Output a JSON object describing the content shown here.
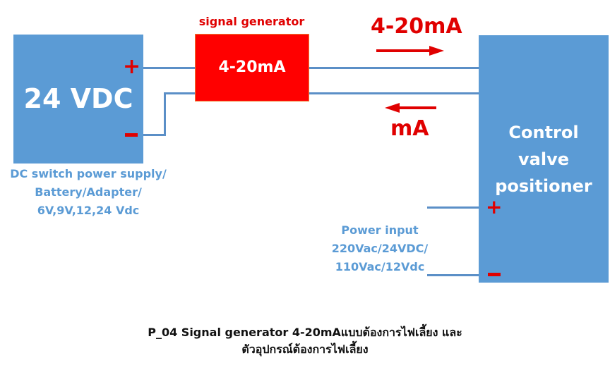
{
  "diagram": {
    "power_supply": {
      "label": "24 VDC",
      "plus_sign": "+",
      "minus_sign": "−",
      "description_lines": [
        "DC switch power supply/",
        "Battery/Adapter/",
        "6V,9V,12,24 Vdc"
      ]
    },
    "signal_generator": {
      "title": "signal generator",
      "label": "4-20mA"
    },
    "signal_flow": {
      "forward_label": "4-20mA",
      "return_label": "mA",
      "forward_arrow_icon": "arrow-right-icon",
      "return_arrow_icon": "arrow-left-icon"
    },
    "positioner": {
      "label_lines": [
        "Control",
        "valve",
        "positioner"
      ],
      "plus_sign": "+",
      "minus_sign": "−"
    },
    "power_input": {
      "lines": [
        "Power input",
        "220Vac/24VDC/",
        "110Vac/12Vdc"
      ]
    },
    "caption": {
      "line1": "P_04 Signal generator 4-20mAแบบต้องการไฟเลี้ยง และ",
      "line2": "ตัวอุปกรณ์ต้องการไฟเลี้ยง"
    },
    "colors": {
      "box_blue": "#5b9bd5",
      "wire_blue": "#5b8fc7",
      "signal_red": "#ff0000",
      "label_red": "#e00000"
    }
  }
}
